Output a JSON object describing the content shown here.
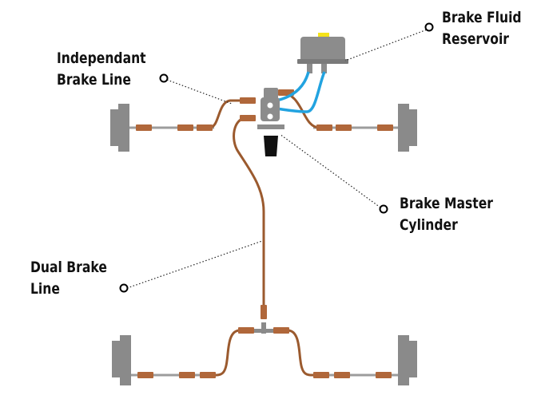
{
  "labels": {
    "reservoir": {
      "line1": "Brake Fluid",
      "line2": "Reservoir"
    },
    "independent": {
      "line1": "Independant",
      "line2": "Brake Line"
    },
    "master": {
      "line1": "Brake Master",
      "line2": "Cylinder"
    },
    "dual": {
      "line1": "Dual Brake",
      "line2": "Line"
    }
  },
  "colors": {
    "brake_line": "#9b5a2e",
    "fitting": "#b0673a",
    "fluid_line": "#22a3e0",
    "wheel": "#8a8a8a",
    "axle": "#9c9c9c",
    "reservoir_body": "#8c8c8c",
    "reservoir_cap": "#f5e31a",
    "master_cylinder_body": "#111111"
  }
}
